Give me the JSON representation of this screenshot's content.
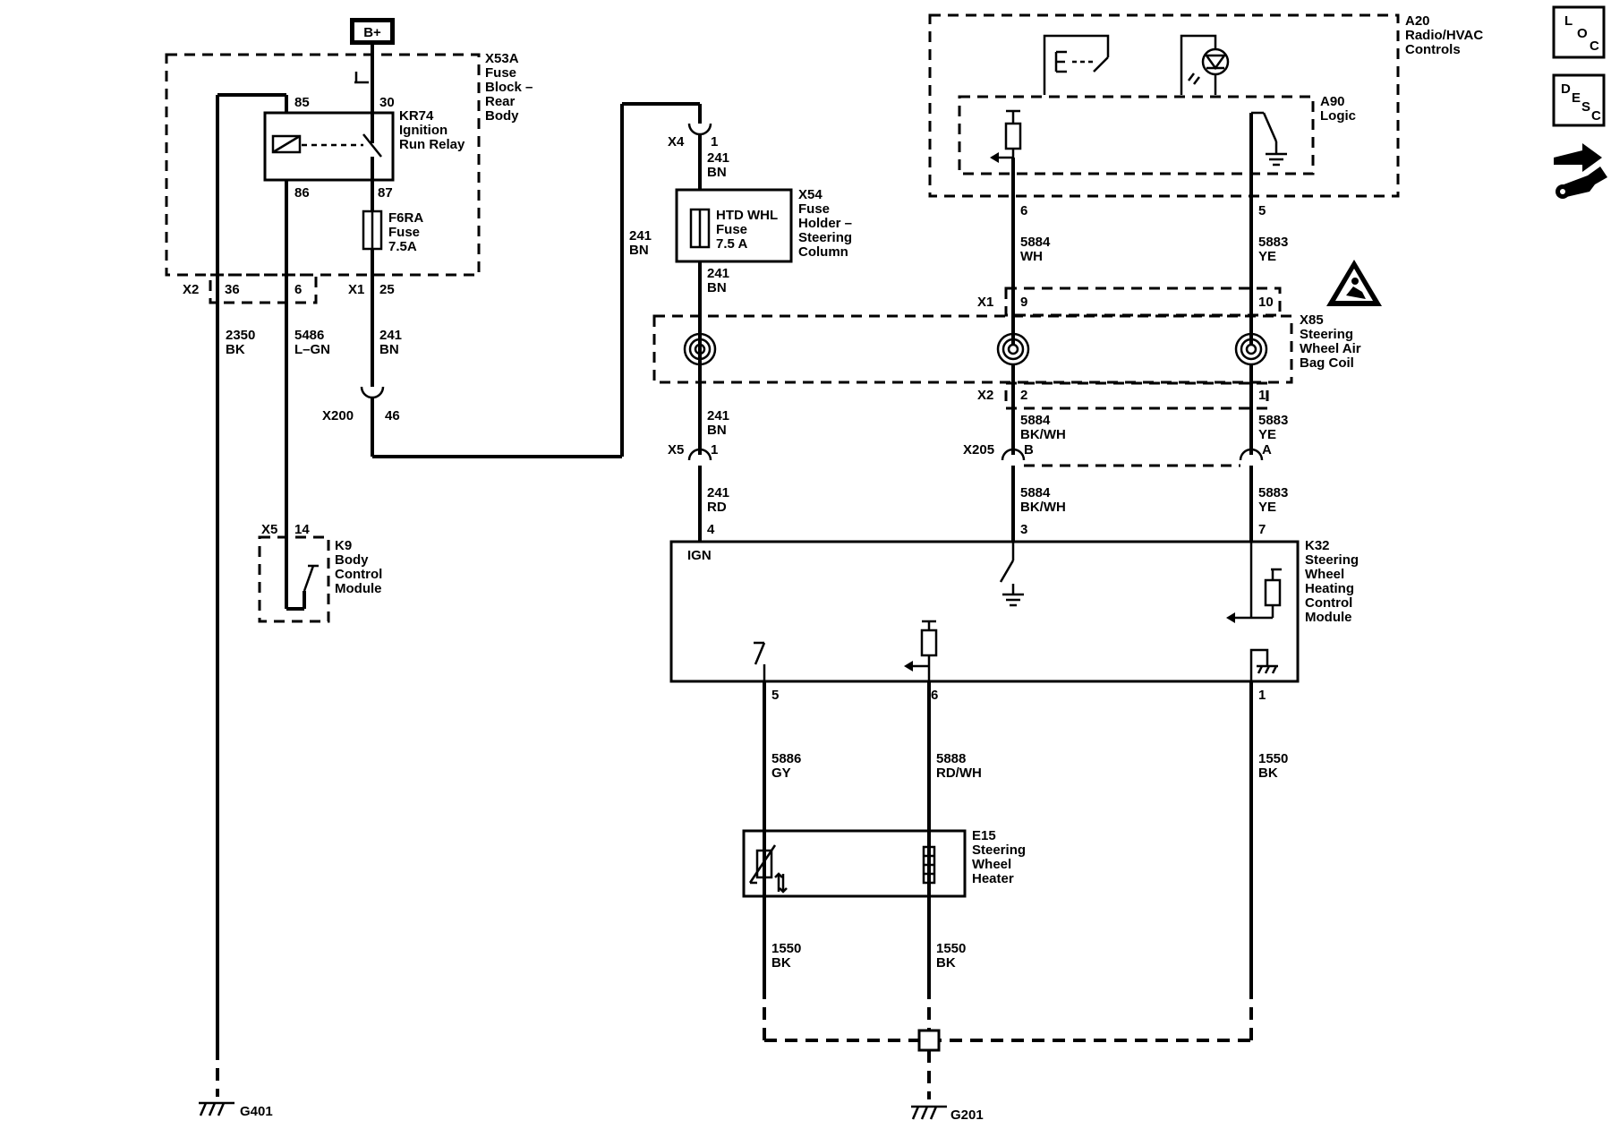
{
  "battery": "B+",
  "fuse_block": {
    "id": "X53A",
    "name": [
      "Fuse",
      "Block –",
      "Rear",
      "Body"
    ]
  },
  "relay": {
    "id": "KR74",
    "name": [
      "Ignition",
      "Run Relay"
    ],
    "pins": {
      "p85": "85",
      "p30": "30",
      "p86": "86",
      "p87": "87"
    }
  },
  "fuse_f6ra": {
    "id": "F6RA",
    "name": "Fuse",
    "rating": "7.5A"
  },
  "x2_conn": {
    "id": "X2",
    "pin_a": "36",
    "pin_b": "6"
  },
  "x1_conn": {
    "id": "X1",
    "pin": "25"
  },
  "x200": {
    "id": "X200",
    "pin": "46"
  },
  "x4": {
    "id": "X4",
    "pin": "1"
  },
  "x54": {
    "id": "X54",
    "fuse_label": "HTD WHL",
    "fuse_word": "Fuse",
    "rating": "7.5 A",
    "name": [
      "Fuse",
      "Holder –",
      "Steering",
      "Column"
    ]
  },
  "k9": {
    "id": "K9",
    "name": [
      "Body",
      "Control",
      "Module"
    ],
    "conn": "X5",
    "pin": "14"
  },
  "a20": {
    "id": "A20",
    "name": [
      "Radio/HVAC",
      "Controls"
    ]
  },
  "a90": {
    "id": "A90",
    "name": "Logic"
  },
  "a20_pins": {
    "left": "6",
    "right": "5"
  },
  "x85": {
    "id": "X85",
    "name": [
      "Steering",
      "Wheel Air",
      "Bag Coil"
    ],
    "x1": "X1",
    "x1_pin_a": "9",
    "x1_pin_b": "10",
    "x2": "X2",
    "x2_pin_a": "2",
    "x2_pin_b": "1"
  },
  "x5": {
    "id": "X5",
    "pin": "1"
  },
  "x205": {
    "id": "X205",
    "pin_b": "B",
    "pin_a": "A"
  },
  "k32": {
    "id": "K32",
    "name": [
      "Steering",
      "Wheel",
      "Heating",
      "Control",
      "Module"
    ],
    "ign": "IGN",
    "pins": {
      "p4": "4",
      "p3": "3",
      "p7": "7",
      "p5": "5",
      "p6": "6",
      "p1": "1"
    }
  },
  "e15": {
    "id": "E15",
    "name": [
      "Steering",
      "Wheel",
      "Heater"
    ]
  },
  "grounds": {
    "g401": "G401",
    "g201": "G201"
  },
  "wires": {
    "w2350": [
      "2350",
      "BK"
    ],
    "w5486": [
      "5486",
      "L–GN"
    ],
    "w241_bn_a": [
      "241",
      "BN"
    ],
    "w241_bn_b": [
      "241",
      "BN"
    ],
    "w241_bn_c": [
      "241",
      "BN"
    ],
    "w241_bn_d": [
      "241",
      "BN"
    ],
    "w241_bn_e": [
      "241",
      "BN"
    ],
    "w241_rd": [
      "241",
      "RD"
    ],
    "w5884_wh": [
      "5884",
      "WH"
    ],
    "w5884_bkwh_a": [
      "5884",
      "BK/WH"
    ],
    "w5884_bkwh_b": [
      "5884",
      "BK/WH"
    ],
    "w5883_ye_a": [
      "5883",
      "YE"
    ],
    "w5883_ye_b": [
      "5883",
      "YE"
    ],
    "w5883_ye_c": [
      "5883",
      "YE"
    ],
    "w5886": [
      "5886",
      "GY"
    ],
    "w5888": [
      "5888",
      "RD/WH"
    ],
    "w1550_a": [
      "1550",
      "BK"
    ],
    "w1550_b": [
      "1550",
      "BK"
    ],
    "w1550_c": [
      "1550",
      "BK"
    ]
  },
  "side_icons": {
    "loc": [
      "L",
      "O",
      "C"
    ],
    "desc": [
      "D",
      "E",
      "S",
      "C"
    ],
    "tool": "wrench-icon"
  }
}
